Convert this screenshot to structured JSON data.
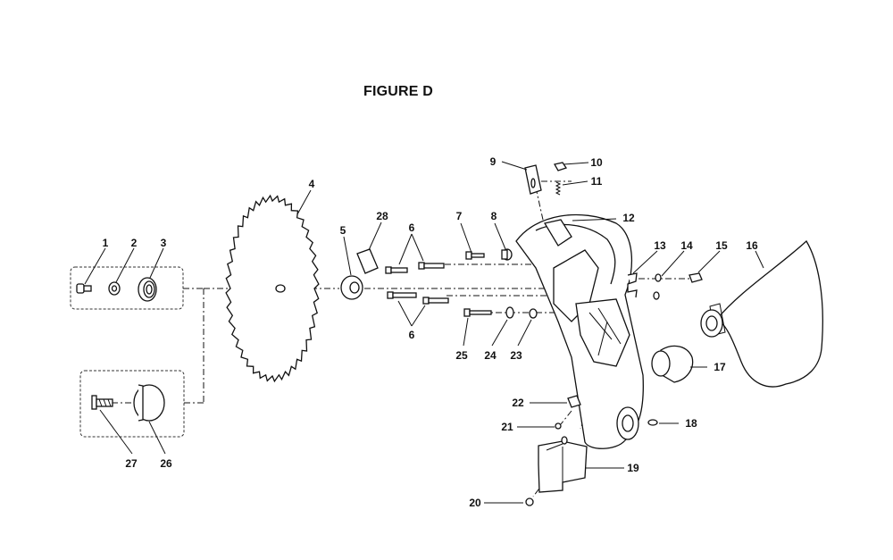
{
  "figure": {
    "title": "FIGURE D"
  },
  "labels": {
    "p1": "1",
    "p2": "2",
    "p3": "3",
    "p4": "4",
    "p5": "5",
    "p6a": "6",
    "p6b": "6",
    "p7": "7",
    "p8": "8",
    "p9": "9",
    "p10": "10",
    "p11": "11",
    "p12": "12",
    "p13": "13",
    "p14": "14",
    "p15": "15",
    "p16": "16",
    "p17": "17",
    "p18": "18",
    "p19": "19",
    "p20": "20",
    "p21": "21",
    "p22": "22",
    "p23": "23",
    "p24": "24",
    "p25": "25",
    "p26": "26",
    "p27": "27",
    "p28": "28"
  }
}
